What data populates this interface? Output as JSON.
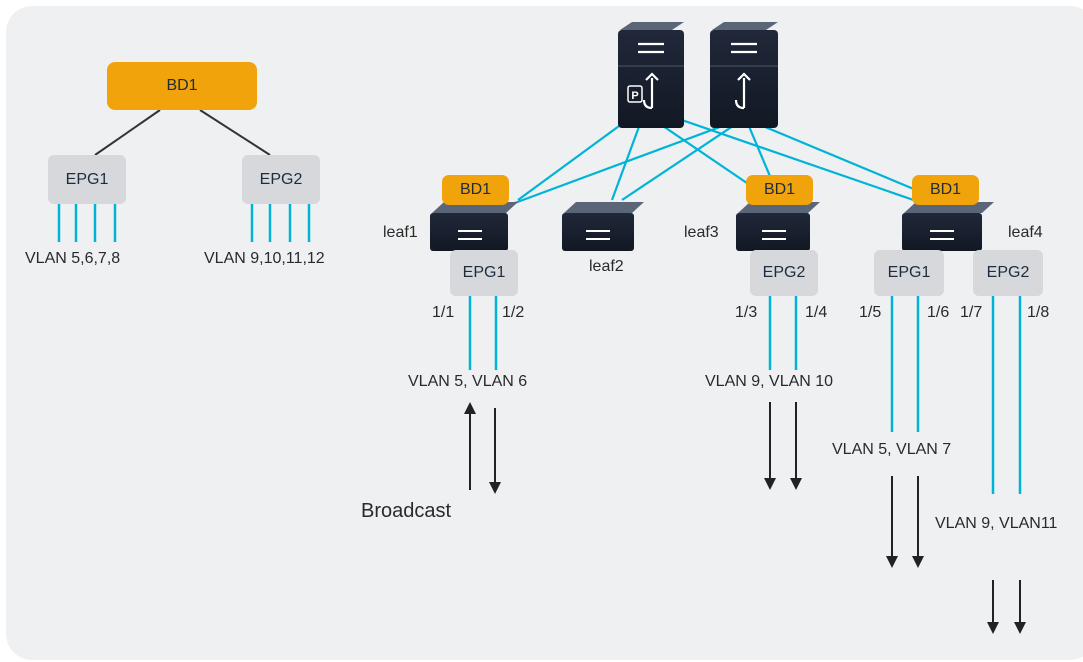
{
  "logical": {
    "bd_label": "BD1",
    "epgs": [
      {
        "label": "EPG1",
        "vlans": "VLAN 5,6,7,8"
      },
      {
        "label": "EPG2",
        "vlans": "VLAN 9,10,11,12"
      }
    ]
  },
  "physical": {
    "spine_p_badge": "P",
    "leaves": {
      "leaf1": {
        "name": "leaf1",
        "bd": "BD1",
        "epg": "EPG1",
        "ports": [
          "1/1",
          "1/2"
        ],
        "vlans": "VLAN 5, VLAN 6"
      },
      "leaf2": {
        "name": "leaf2"
      },
      "leaf3": {
        "name": "leaf3",
        "bd": "BD1",
        "epg": "EPG2",
        "ports": [
          "1/3",
          "1/4"
        ],
        "vlans": "VLAN 9, VLAN 10"
      },
      "leaf4": {
        "name": "leaf4",
        "bd": "BD1",
        "epgs": [
          {
            "label": "EPG1",
            "ports": [
              "1/5",
              "1/6"
            ],
            "vlans": "VLAN 5, VLAN 7"
          },
          {
            "label": "EPG2",
            "ports": [
              "1/7",
              "1/8"
            ],
            "vlans": "VLAN 9, VLAN11"
          }
        ]
      }
    },
    "broadcast_label": "Broadcast"
  },
  "colors": {
    "link": "#00b4d8",
    "bd": "#f0a30a",
    "epg": "#d6d8db",
    "device": "#1b2230",
    "arrow": "#222222"
  }
}
